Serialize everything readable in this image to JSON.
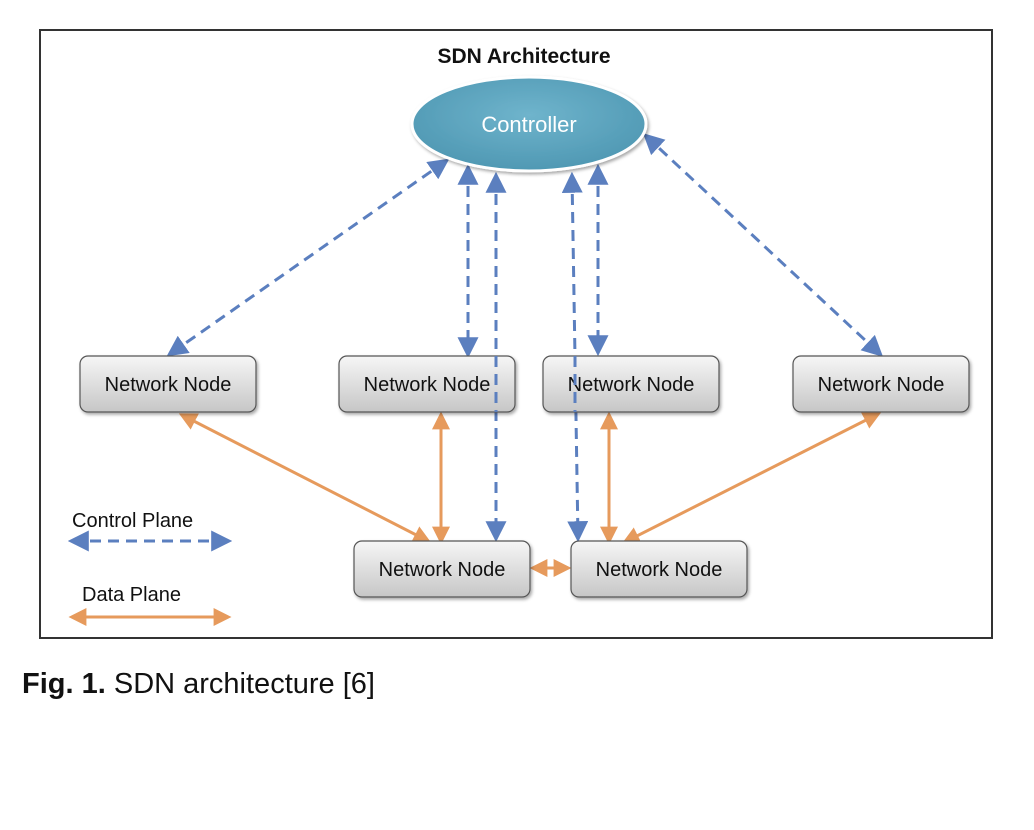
{
  "diagram": {
    "title": "SDN Architecture",
    "controller": {
      "label": "Controller",
      "color": "#5fa7c0"
    },
    "nodes": [
      {
        "id": "n1",
        "label": "Network Node"
      },
      {
        "id": "n2",
        "label": "Network Node"
      },
      {
        "id": "n3",
        "label": "Network Node"
      },
      {
        "id": "n4",
        "label": "Network Node"
      },
      {
        "id": "n5",
        "label": "Network Node"
      },
      {
        "id": "n6",
        "label": "Network Node"
      }
    ],
    "control_links": [
      {
        "from": "controller",
        "to": "n1"
      },
      {
        "from": "controller",
        "to": "n2"
      },
      {
        "from": "controller",
        "to": "n5"
      },
      {
        "from": "controller",
        "to": "n6"
      },
      {
        "from": "controller",
        "to": "n3"
      },
      {
        "from": "controller",
        "to": "n4"
      }
    ],
    "data_links": [
      {
        "from": "n1",
        "to": "n5"
      },
      {
        "from": "n2",
        "to": "n5"
      },
      {
        "from": "n5",
        "to": "n6"
      },
      {
        "from": "n3",
        "to": "n6"
      },
      {
        "from": "n4",
        "to": "n6"
      }
    ],
    "legend": {
      "control_plane": "Control Plane",
      "data_plane": "Data Plane"
    },
    "colors": {
      "control_plane": "#5b7fbf",
      "data_plane": "#e69a5c",
      "node_fill_top": "#f4f4f4",
      "node_fill_bottom": "#c9c9c9"
    }
  },
  "caption": {
    "label": "Fig. 1.",
    "text": "SDN architecture [6]"
  }
}
